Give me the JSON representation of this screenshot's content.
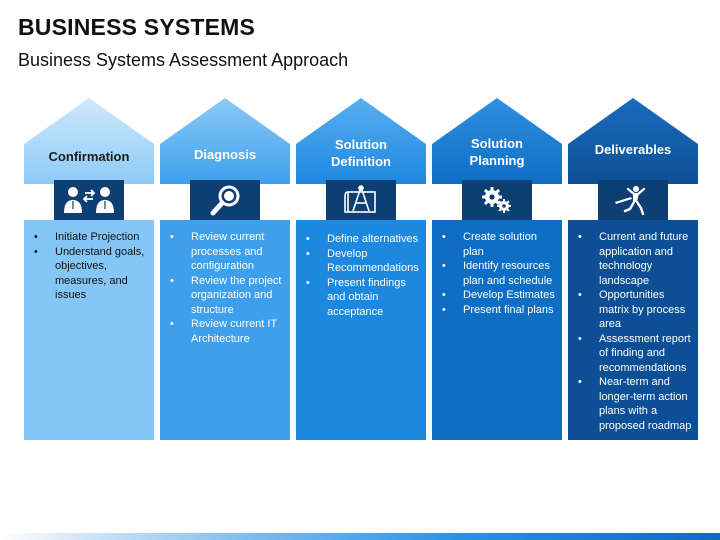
{
  "page": {
    "title": "BUSINESS SYSTEMS",
    "subtitle": "Business Systems Assessment Approach"
  },
  "colors": {
    "step1": "#85c6f6",
    "step2": "#3ea0ec",
    "step3": "#1d88e0",
    "step4": "#0e6ec4",
    "step5": "#0d4f96",
    "icon_box": "#0d3e74"
  },
  "steps": [
    {
      "heading_lines": [
        "Confirmation"
      ],
      "icon": "people-exchange-icon",
      "bullets": [
        "Initiate Projection",
        "Understand goals, objectives, measures, and issues"
      ]
    },
    {
      "heading_lines": [
        "Diagnosis"
      ],
      "icon": "magnifier-icon",
      "bullets": [
        "Review current processes and configuration",
        "Review the project organization and structure",
        "Review current IT Architecture"
      ]
    },
    {
      "heading_lines": [
        "Solution",
        "Definition"
      ],
      "icon": "blueprint-icon",
      "bullets": [
        "Define alternatives",
        "Develop Recommendations",
        "Present findings and obtain acceptance"
      ]
    },
    {
      "heading_lines": [
        "Solution",
        "Planning"
      ],
      "icon": "gears-icon",
      "bullets": [
        "Create solution plan",
        "Identify resources plan and schedule",
        "Develop Estimates",
        "Present final plans"
      ]
    },
    {
      "heading_lines": [
        "Deliverables"
      ],
      "icon": "runner-finish-icon",
      "bullets": [
        "Current and future application and technology landscape",
        "Opportunities matrix by process area",
        "Assessment report of finding and recommendations",
        "Near-term and longer-term action plans with a proposed roadmap"
      ]
    }
  ]
}
